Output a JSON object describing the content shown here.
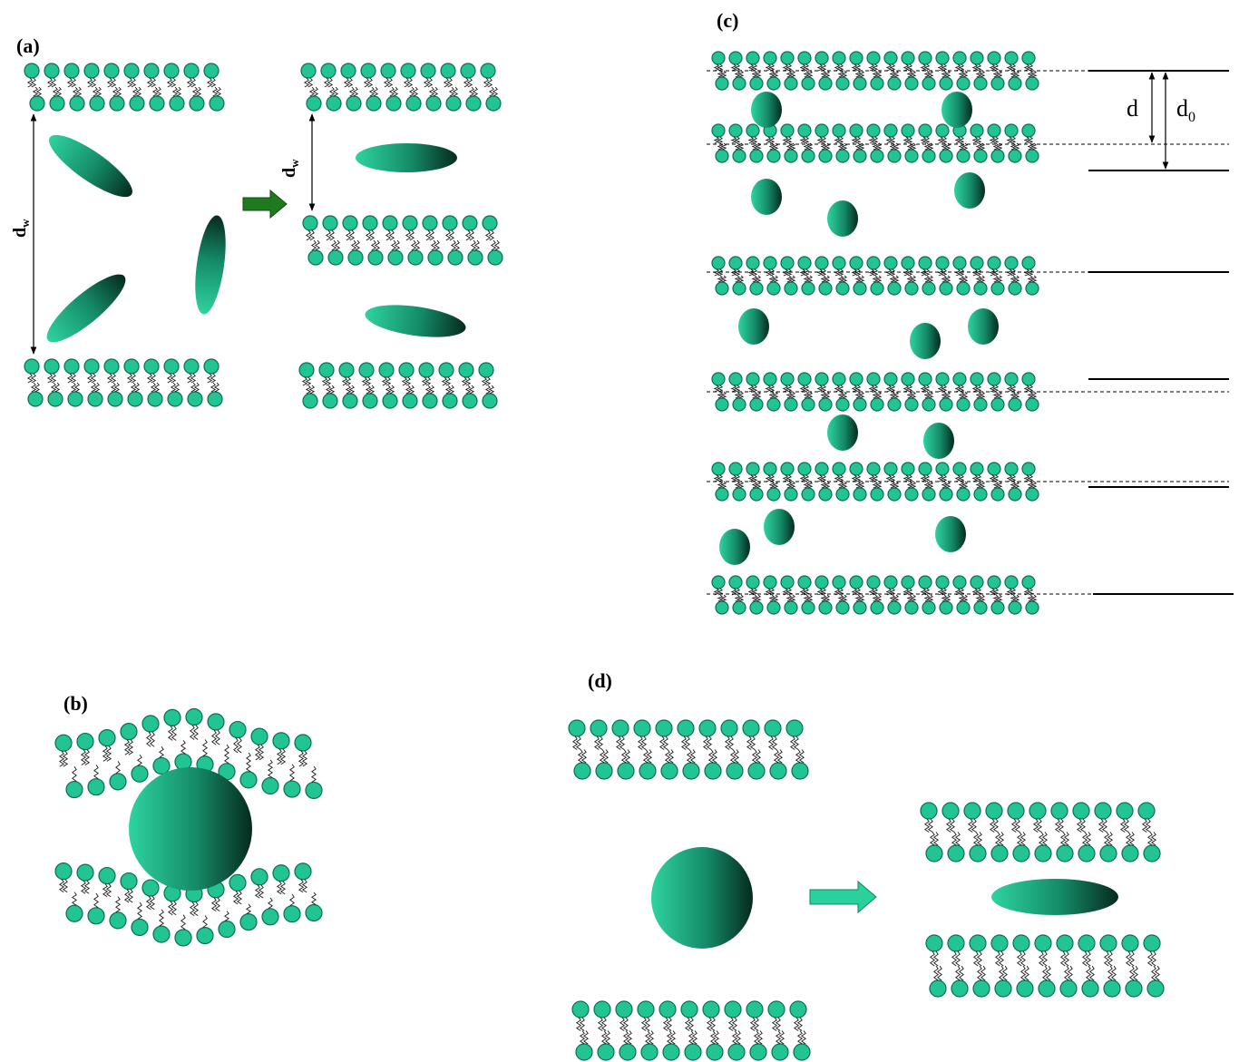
{
  "panels": {
    "a": {
      "label": "(a)",
      "dim_label": "d",
      "dim_sub": "w"
    },
    "b": {
      "label": "(b)"
    },
    "c": {
      "label": "(c)",
      "d_label": "d",
      "d0_label": "d",
      "d0_sub": "0"
    },
    "d": {
      "label": "(d)"
    }
  },
  "colors": {
    "head_fill": "#22c494",
    "head_stroke": "#0b6f50",
    "particle_light": "#2fd3a0",
    "particle_dark": "#062a1e",
    "arrow_green": "#1f7a1f",
    "arrow_teal": "#2ad19c"
  },
  "icons": [
    "lipid-headgroup",
    "lipid-tail",
    "nanoparticle",
    "reaction-arrow",
    "dimension-arrow"
  ]
}
